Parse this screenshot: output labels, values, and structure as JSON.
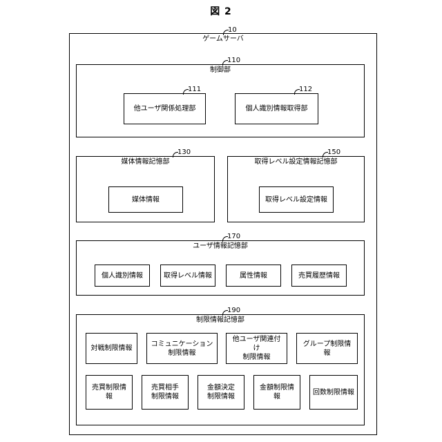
{
  "figure": {
    "title": "図 2"
  },
  "server": {
    "label": "ゲームサーバ",
    "ref": "10"
  },
  "control": {
    "label": "制御部",
    "ref": "110",
    "other_user": {
      "label": "他ユーザ関係処理部",
      "ref": "111"
    },
    "personal_id_acq": {
      "label": "個人識別情報取得部",
      "ref": "112"
    }
  },
  "media_storage": {
    "label": "媒体情報記憶部",
    "ref": "130",
    "media_info": {
      "label": "媒体情報"
    }
  },
  "level_storage": {
    "label": "取得レベル設定情報記憶部",
    "ref": "150",
    "level_info": {
      "label": "取得レベル設定情報"
    }
  },
  "user_storage": {
    "label": "ユーザ情報記憶部",
    "ref": "170",
    "items": [
      "個人識別情報",
      "取得レベル情報",
      "属性情報",
      "売買履歴情報"
    ]
  },
  "restriction_storage": {
    "label": "制限情報記憶部",
    "ref": "190",
    "row1": [
      "対戦制限情報",
      "コミュニケーション\n制限情報",
      "他ユーザ関連付け\n制限情報",
      "グループ制限情報"
    ],
    "row2": [
      "売買制限情報",
      "売買相手\n制限情報",
      "金額決定\n制限情報",
      "金額制限情報",
      "回数制限情報"
    ]
  }
}
